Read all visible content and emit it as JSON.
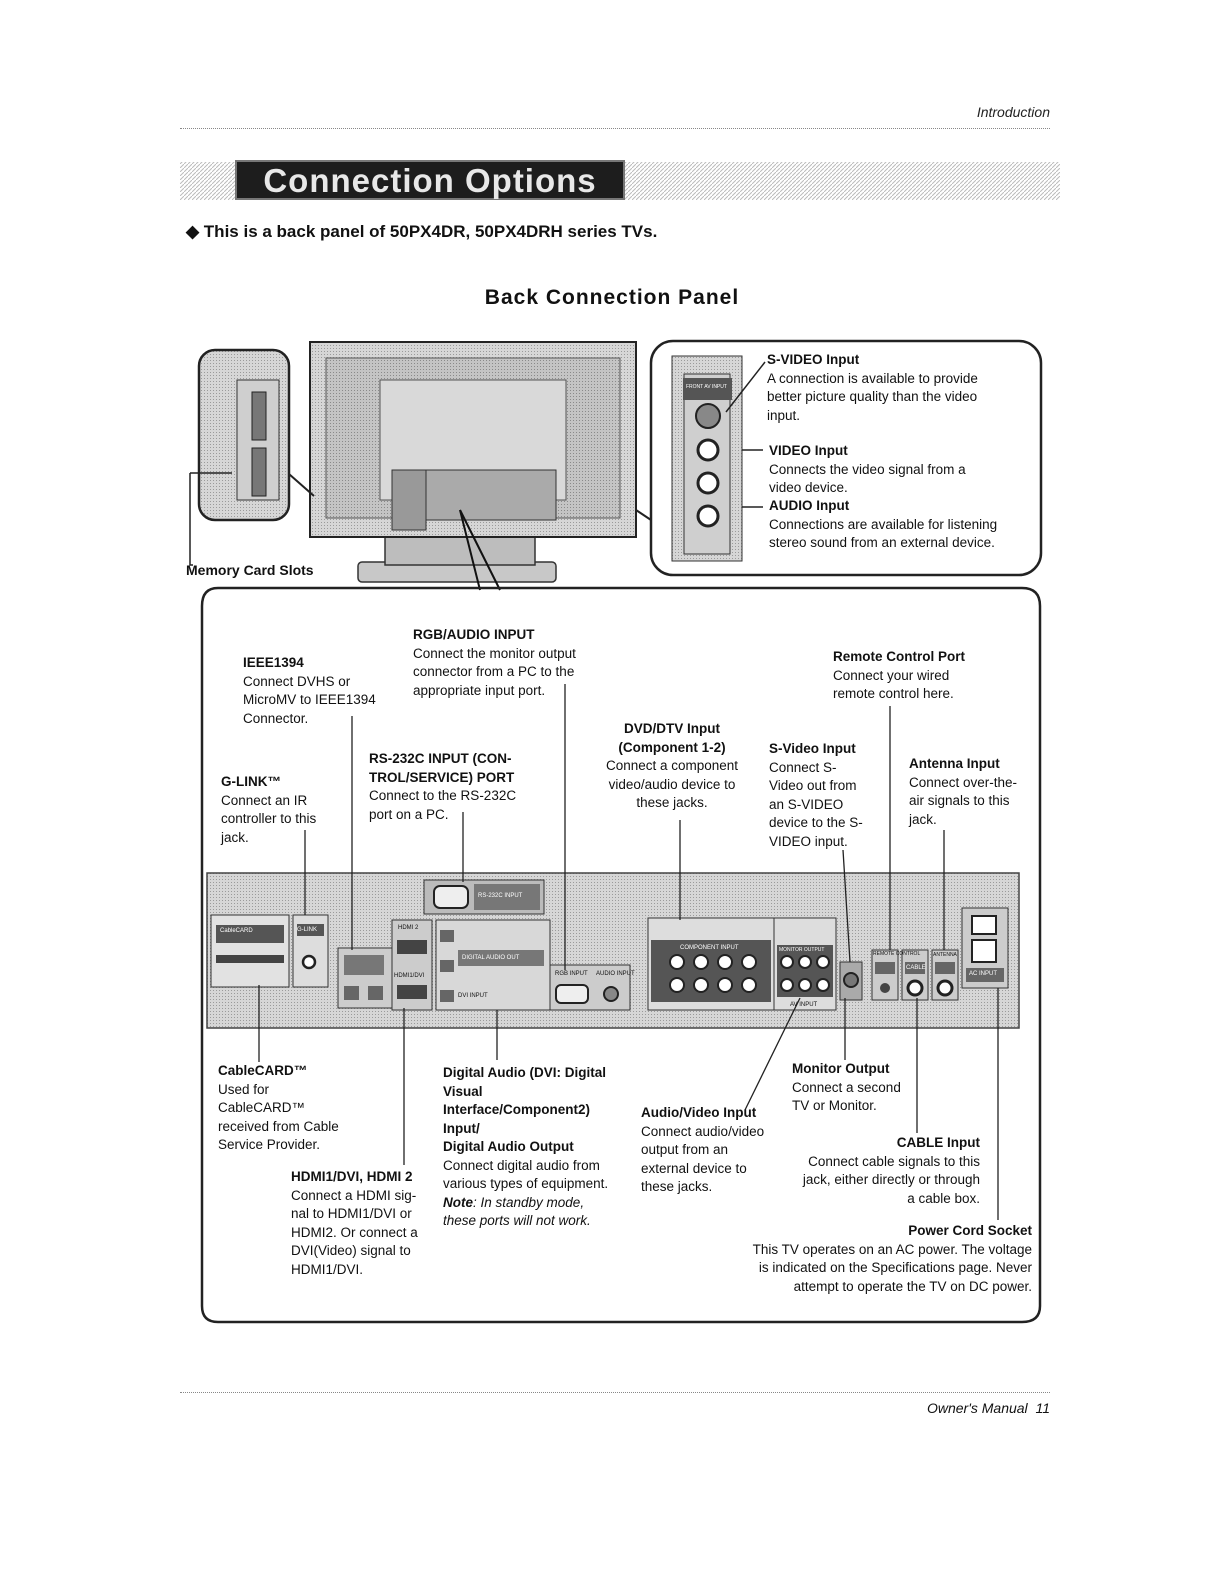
{
  "header": {
    "section": "Introduction"
  },
  "title": "Connection Options",
  "subtitle": "This is a back panel of 50PX4DR, 50PX4DRH series TVs.",
  "panel_title": "Back Connection Panel",
  "top_labels": {
    "memory_card": "Memory Card Slots",
    "svideo_title": "S-VIDEO Input",
    "svideo_desc": [
      "A connection is available to provide",
      "better picture quality than the video",
      "input."
    ],
    "video_title": "VIDEO Input",
    "video_desc": [
      "Connects the video signal from a",
      "video device."
    ],
    "audio_title": "AUDIO Input",
    "audio_desc": [
      "Connections are available for listening",
      "stereo sound from an external device."
    ]
  },
  "labels": {
    "rgb_title": "RGB/AUDIO INPUT",
    "rgb_desc": [
      "Connect the monitor output",
      "connector from a PC to the",
      "appropriate input port."
    ],
    "ieee_title": "IEEE1394",
    "ieee_desc": [
      "Connect DVHS or",
      "MicroMV to IEEE1394",
      "Connector."
    ],
    "remote_title": "Remote Control Port",
    "remote_desc": [
      "Connect your wired",
      "remote control here."
    ],
    "dvd_title": "DVD/DTV Input",
    "dvd_sub": "(Component 1-2)",
    "dvd_desc": [
      "Connect a component",
      "video/audio device to",
      "these jacks."
    ],
    "rs232_title": [
      "RS-232C INPUT (CON-",
      "TROL/SERVICE) PORT"
    ],
    "rs232_desc": [
      "Connect to the RS-232C",
      "port on a PC."
    ],
    "svideo2_title": "S-Video Input",
    "svideo2_desc": [
      "Connect S-",
      "Video out from",
      "an S-VIDEO",
      "device to the S-",
      "VIDEO input."
    ],
    "antenna_title": "Antenna  Input",
    "antenna_desc": [
      "Connect over-the-",
      "air signals to this",
      "jack."
    ],
    "glink_title": "G-LINK™",
    "glink_desc": [
      "Connect an IR",
      "controller to this",
      "jack."
    ],
    "cablecard_title": "CableCARD™",
    "cablecard_desc": [
      "Used for",
      "CableCARD™",
      "received from Cable",
      "Service Provider."
    ],
    "digital_title": [
      "Digital Audio (DVI: Digital",
      "Visual",
      "Interface/Component2)",
      "Input/",
      "Digital Audio Output"
    ],
    "digital_desc": [
      "Connect  digital audio from",
      "various types of equipment."
    ],
    "digital_note_label": "Note",
    "digital_note": [
      ": In standby mode,",
      "these ports will not work."
    ],
    "av_title": "Audio/Video Input",
    "av_desc": [
      "Connect audio/video",
      "output from an",
      "external device to",
      "these jacks."
    ],
    "monitor_title": "Monitor Output",
    "monitor_desc": [
      "Connect a second",
      "TV or Monitor."
    ],
    "cable_title": "CABLE Input",
    "cable_desc": [
      "Connect cable signals to this",
      "jack, either directly or through",
      "a cable box."
    ],
    "hdmi_title": "HDMI1/DVI, HDMI 2",
    "hdmi_desc": [
      "Connect a HDMI sig-",
      "nal to HDMI1/DVI or",
      "HDMI2. Or connect a",
      "DVI(Video) signal to",
      "HDMI1/DVI."
    ],
    "power_title": "Power Cord Socket",
    "power_desc": [
      "This TV operates on an AC power. The voltage",
      "is indicated on the Specifications page. Never",
      "attempt to operate the TV on DC power."
    ]
  },
  "panel_text": {
    "cablecard": "CableCARD",
    "glink": "G-LINK",
    "hdmi2": "HDMI 2",
    "hdmi1": "HDMI1/DVI",
    "rs232": "RS-232C INPUT",
    "rgb": "RGB INPUT",
    "audio": "AUDIO INPUT",
    "dvi": "DVI INPUT",
    "digital_out": "DIGITAL AUDIO OUT",
    "component": "COMPONENT INPUT",
    "monitor": "MONITOR OUTPUT",
    "av_in": "AV INPUT",
    "remote": "REMOTE CONTROL",
    "cable": "CABLE",
    "antenna": "ANTENNA",
    "ac": "AC INPUT",
    "front": "FRONT AV INPUT"
  },
  "footer": {
    "text": "Owner's Manual",
    "page": "11"
  }
}
